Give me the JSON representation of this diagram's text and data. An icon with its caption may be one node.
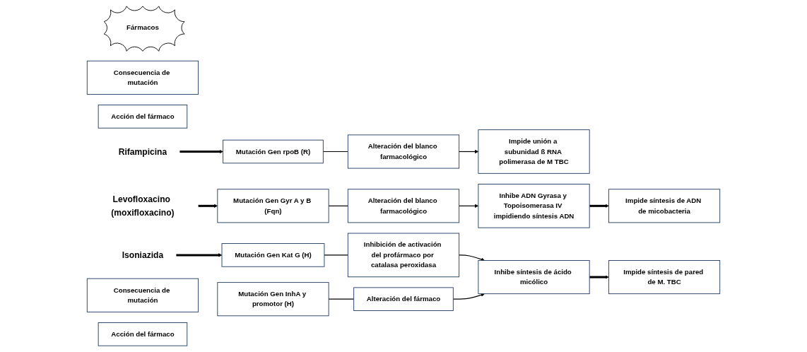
{
  "diagram": {
    "nodes": [
      {
        "text": [
          "Fármacos"
        ]
      },
      {
        "text": [
          "Consecuencia de mutación"
        ]
      },
      {
        "text": [
          "Acción del fármaco"
        ]
      },
      {
        "text": [
          "Rifampicina"
        ]
      },
      {
        "text": [
          "Mutación Gen rpoB (R)"
        ]
      },
      {
        "text": [
          "Alteración del blanco farmacológico"
        ]
      },
      {
        "text": [
          "Impide unión a subunidad ß RNA polimerasa de M TBC"
        ]
      },
      {
        "text": [
          "Levofloxacino (moxifloxacino)"
        ]
      },
      {
        "text": [
          "Mutación Gen Gyr A y B (Fqn)"
        ]
      },
      {
        "text": [
          "Alteración del blanco farmacológico"
        ]
      },
      {
        "text": [
          "Inhibe ADN Gyrasa y Topoisomerasa IV impidiendo síntesis ADN"
        ]
      },
      {
        "text": [
          "Isoniazida"
        ]
      },
      {
        "text": [
          "Consecuencia de mutación"
        ]
      },
      {
        "text": [
          "Acción del fármaco"
        ]
      },
      {
        "text": [
          "Impide síntesis de ADN de micobacteria"
        ]
      },
      {
        "text": [
          "Mutación Gen Kat G (H)"
        ]
      },
      {
        "text": [
          "Inhibición de activación del profármaco por catalasa peroxidasa"
        ]
      },
      {
        "text": [
          "Mutación Gen InhA y promotor (H)"
        ]
      },
      {
        "text": [
          "Alteración del fármaco"
        ]
      },
      {
        "text": [
          "Inhibe síntesis de ácido micólico"
        ]
      },
      {
        "text": [
          "Impide síntesis de pared de M. TBC"
        ]
      }
    ],
    "edges": [
      {
        "from": 3,
        "to": 4,
        "arrow": "to",
        "style": "thick"
      },
      {
        "from": 4,
        "to": 5,
        "arrow": "none"
      },
      {
        "from": 5,
        "to": 6,
        "arrow": "to"
      },
      {
        "from": 7,
        "to": 8,
        "arrow": "to",
        "style": "thick"
      },
      {
        "from": 8,
        "to": 9,
        "arrow": "none"
      },
      {
        "from": 9,
        "to": 10,
        "arrow": "to"
      },
      {
        "from": 10,
        "to": 14,
        "arrow": "to",
        "style": "thick"
      },
      {
        "from": 11,
        "to": 15,
        "arrow": "to",
        "style": "thick"
      },
      {
        "from": 15,
        "to": 16,
        "arrow": "none"
      },
      {
        "from": 17,
        "to": 18,
        "arrow": "none"
      },
      {
        "from": 16,
        "to": 19,
        "arrow": "to"
      },
      {
        "from": 18,
        "to": 19,
        "arrow": "to"
      },
      {
        "from": 19,
        "to": 20,
        "arrow": "to",
        "style": "thick"
      }
    ]
  }
}
